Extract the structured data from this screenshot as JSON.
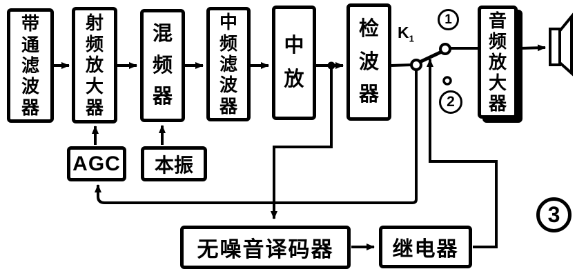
{
  "blocks": {
    "bandpass_filter": "带通滤波器",
    "rf_amplifier": "射频放大器",
    "mixer": "混频器",
    "if_filter": "中频滤波器",
    "if_amplifier": "中放",
    "detector": "检波器",
    "audio_amplifier": "音频放大器",
    "agc": "AGC",
    "local_oscillator": "本振",
    "noise_free_decoder": "无噪音译码器",
    "relay": "继电器"
  },
  "switch": {
    "name": "K",
    "subscript": "1",
    "contact_1_label": "1",
    "contact_2_label": "2"
  },
  "figure_label": "3",
  "icons": {
    "speaker": "speaker-icon"
  },
  "colors": {
    "ink": "#000000",
    "paper": "#ffffff"
  }
}
